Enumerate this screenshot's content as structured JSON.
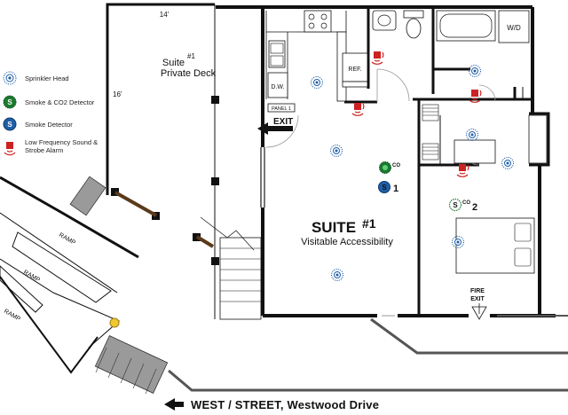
{
  "legend": {
    "items": [
      {
        "icon": "sprinkler-head-icon",
        "label": "Sprinkler Head"
      },
      {
        "icon": "smoke-co2-detector-icon",
        "label": "Smoke & CO2 Detector"
      },
      {
        "icon": "smoke-detector-icon",
        "label": "Smoke Detector"
      },
      {
        "icon": "low-frequency-alarm-icon",
        "label": "Low Frequency Sound & Strobe Alarm"
      }
    ]
  },
  "deck": {
    "dim_width": "14'",
    "dim_length": "16'",
    "title_line1": "Suite",
    "title_num": "#1",
    "title_line2": "Private Deck"
  },
  "ramps": [
    "RAMP",
    "RAMP",
    "RAMP"
  ],
  "rooms": {
    "ref": "REF.",
    "dw": "D.W.",
    "panel": "PANEL 1",
    "wd": "W/D"
  },
  "exit": "EXIT",
  "fire_exit": {
    "line1": "FIRE",
    "line2": "EXIT"
  },
  "suite": {
    "title": "SUITE",
    "num": "#1",
    "subtitle": "Visitable Accessibility"
  },
  "detectors": {
    "co_sup": "CO",
    "s_letter": "S",
    "num1": "1",
    "num2": "2"
  },
  "street": "WEST / STREET, Westwood Drive",
  "colors": {
    "wall": "#111111",
    "sprinkler": "#1f5fa8",
    "co_detector": "#1a7a2e",
    "smoke_detector": "#1f5fa8",
    "alarm": "#cc2222",
    "door_swing": "#999999"
  }
}
